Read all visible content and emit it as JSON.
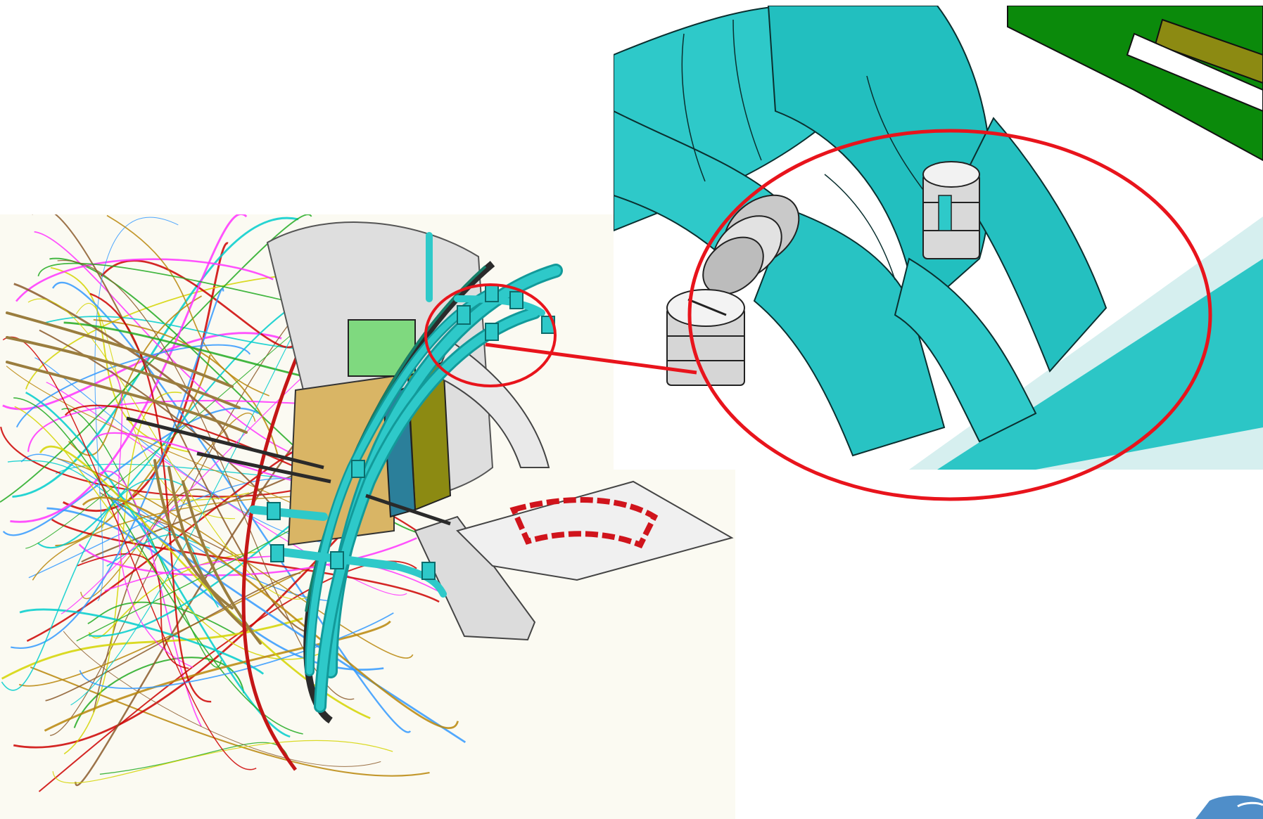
{
  "figure": {
    "panels": [
      {
        "id": "overview",
        "content": "cad-assembly-overview"
      },
      {
        "id": "detail",
        "content": "cad-hose-clamp-detail"
      }
    ],
    "colors": {
      "hose": "#2ec9c9",
      "hose_dark": "#129a9a",
      "highlight": "#e8141c",
      "structure": "#d8d8d8",
      "panel_green": "#0b8a0b",
      "panel_olive": "#8c8a12",
      "panel_tan": "#d9b565",
      "wire_colors": [
        "#b8860b",
        "#ff33ff",
        "#cc0000",
        "#3399ff",
        "#22aa22",
        "#8b5a2b",
        "#d4d400",
        "#00cccc"
      ]
    },
    "icons": {
      "callout": "zoom-callout-ellipse",
      "logo": "corner-logo-icon"
    }
  }
}
